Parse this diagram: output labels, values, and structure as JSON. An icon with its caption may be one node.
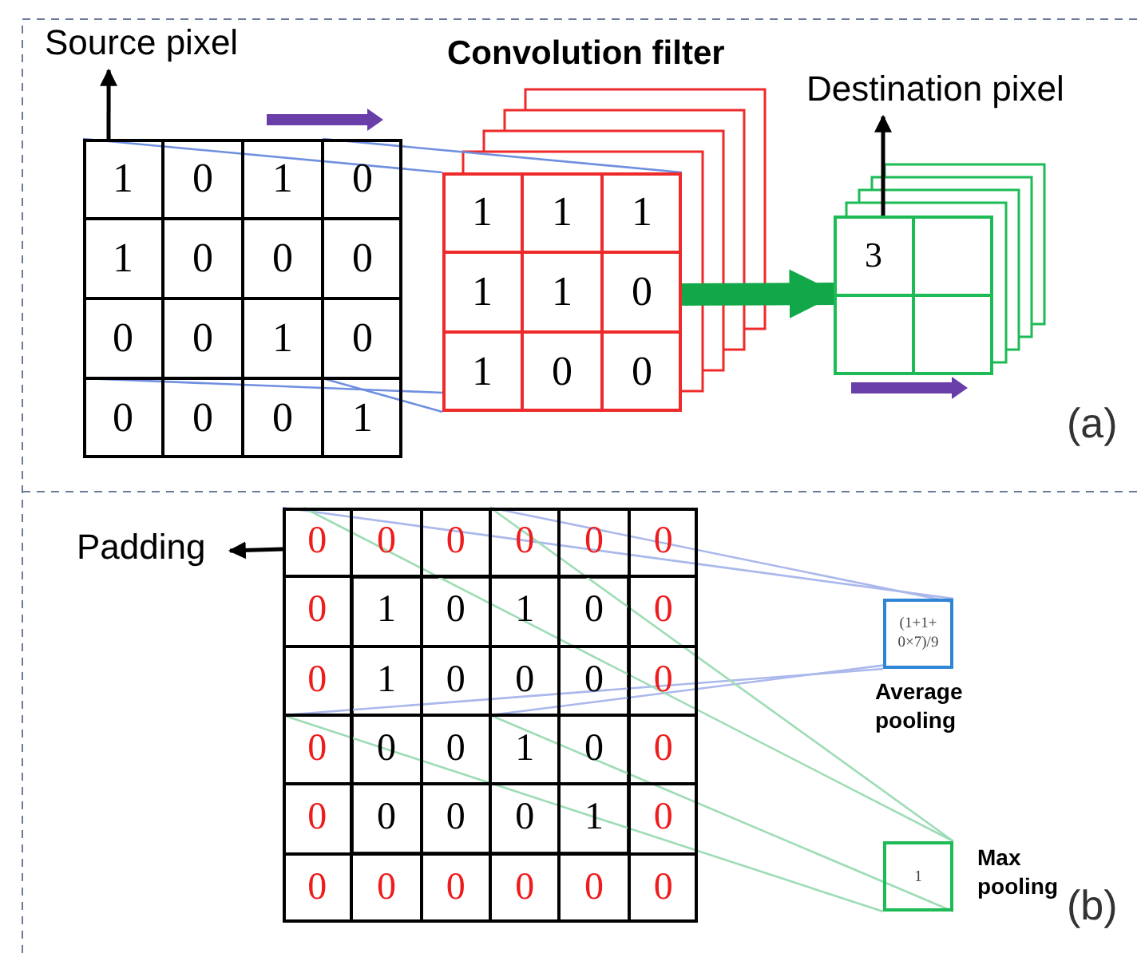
{
  "diagram": {
    "nodes": [
      {
        "text": [
          "Source pixel"
        ]
      },
      {
        "text": [
          "1",
          "0",
          "1",
          "0",
          "1",
          "0",
          "0",
          "0",
          "0",
          "0",
          "1",
          "0",
          "0",
          "0",
          "0",
          "1"
        ]
      },
      {
        "text": [
          "1",
          "1",
          "1",
          "1",
          "1",
          "0",
          "1",
          "0",
          "0"
        ],
        "beside": [
          "Convolution filter"
        ]
      },
      {
        "text": [
          "Destination pixel"
        ]
      },
      {
        "text": [
          "3"
        ]
      },
      {
        "text": [
          "Padding"
        ]
      },
      {
        "text": [
          "0",
          "0",
          "0",
          "0",
          "0",
          "0",
          "0",
          "1",
          "0",
          "1",
          "0",
          "0",
          "0",
          "1",
          "0",
          "0",
          "0",
          "0",
          "0",
          "0",
          "0",
          "1",
          "0",
          "0",
          "0",
          "0",
          "0",
          "0",
          "1",
          "0",
          "0",
          "0",
          "0",
          "0",
          "0",
          "0"
        ]
      },
      {
        "text": [
          "(1+1+ 0×7)/9"
        ],
        "beside": [
          "Average pooling"
        ]
      },
      {
        "text": [
          "1"
        ],
        "beside": [
          "Max pooling"
        ]
      }
    ],
    "edges": [
      {
        "from": 1,
        "to": 2,
        "arrow": "none",
        "color": "#6f8fe0"
      },
      {
        "from": 1,
        "to": 2,
        "arrow": "none",
        "color": "#6f8fe0"
      },
      {
        "from": 1,
        "to": 2,
        "arrow": "none",
        "color": "#6f8fe0"
      },
      {
        "from": 1,
        "to": 2,
        "arrow": "none",
        "color": "#6f8fe0"
      },
      {
        "from": 2,
        "to": 4,
        "arrow": "to",
        "style": "thick",
        "color": "#12a84a"
      },
      {
        "from": 1,
        "to": 0,
        "arrow": "to",
        "color": "#000000"
      },
      {
        "from": 4,
        "to": 3,
        "arrow": "to",
        "color": "#000000"
      },
      {
        "from": 6,
        "to": 5,
        "arrow": "to",
        "color": "#000000"
      },
      {
        "from": 6,
        "to": 7,
        "arrow": "none",
        "color": "#aab8ec"
      },
      {
        "from": 6,
        "to": 7,
        "arrow": "none",
        "color": "#aab8ec"
      },
      {
        "from": 6,
        "to": 7,
        "arrow": "none",
        "color": "#aab8ec"
      },
      {
        "from": 6,
        "to": 7,
        "arrow": "none",
        "color": "#aab8ec"
      },
      {
        "from": 6,
        "to": 8,
        "arrow": "none",
        "color": "#9edcb6"
      },
      {
        "from": 6,
        "to": 8,
        "arrow": "none",
        "color": "#9edcb6"
      },
      {
        "from": 6,
        "to": 8,
        "arrow": "none",
        "color": "#9edcb6"
      },
      {
        "from": 6,
        "to": 8,
        "arrow": "none",
        "color": "#9edcb6"
      }
    ],
    "labels": [
      "(a)",
      "(b)"
    ]
  }
}
